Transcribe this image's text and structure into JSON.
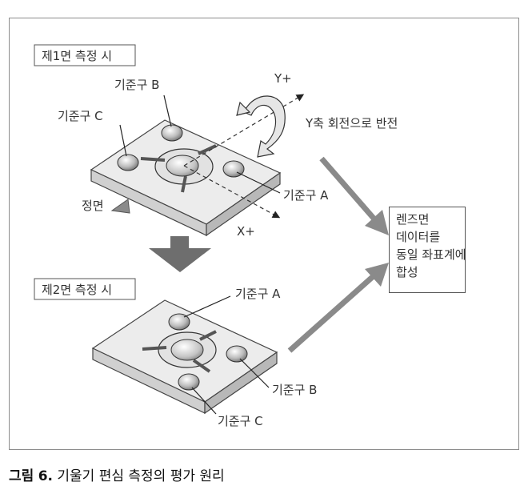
{
  "step1": {
    "title": "제1면 측정 시"
  },
  "step2": {
    "title": "제2면 측정 시"
  },
  "labels": {
    "ref_a": "기준구 A",
    "ref_b": "기준구 B",
    "ref_c": "기준구 C",
    "front": "정면",
    "y_axis": "Y+",
    "x_axis": "X+",
    "rotate": "Y축 회전으로 반전"
  },
  "result": {
    "lines": [
      "렌즈면",
      "데이터를",
      "동일 좌표계에",
      "합성"
    ]
  },
  "caption": {
    "label": "그림",
    "number": "6.",
    "text": "기울기 편심 측정의 평가 원리"
  }
}
